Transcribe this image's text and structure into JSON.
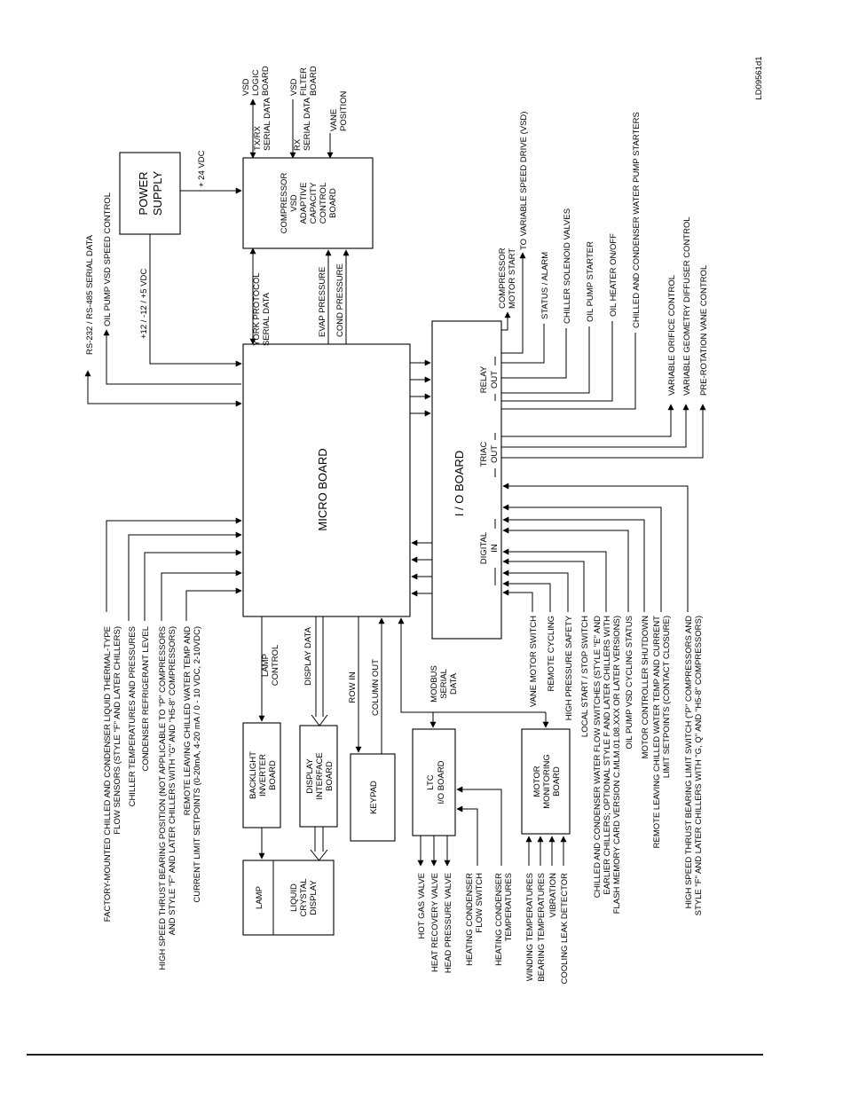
{
  "ref_code": "LD09561d1",
  "boxes": {
    "micro": [
      "MICRO BOARD"
    ],
    "io": [
      "I / O BOARD"
    ],
    "power": [
      "POWER",
      "SUPPLY"
    ],
    "compressor": [
      "COMPRESSOR",
      "VSD",
      "ADAPTIVE",
      "CAPACITY",
      "CONTROL",
      "BOARD"
    ],
    "backlight": [
      "BACKLIGHT",
      "INVERTER",
      "BOARD"
    ],
    "display_interface": [
      "DISPLAY",
      "INTERFACE",
      "BOARD"
    ],
    "keypad": [
      "KEYPAD"
    ],
    "ltc": [
      "LTC",
      "I/O BOARD"
    ],
    "motor_mon": [
      "MOTOR",
      "MONITORING",
      "BOARD"
    ],
    "lamp": [
      "LAMP"
    ],
    "lcd": [
      "LIQUID",
      "CRYSTAL",
      "DISPLAY"
    ]
  },
  "io_groups": {
    "relay": [
      "RELAY",
      "OUT"
    ],
    "triac": [
      "TRIAC",
      "OUT"
    ],
    "digital": [
      "DIGITAL",
      "IN"
    ]
  },
  "top_connections": {
    "vsd_logic": [
      "VSD",
      "LOGIC",
      "BOARD"
    ],
    "vsd_filter": [
      "VSD",
      "FILTER",
      "BOARD"
    ],
    "txrx": [
      "TX/RX",
      "SERIAL DATA"
    ],
    "rx": [
      "RX",
      "SERIAL DATA"
    ],
    "vane": [
      "VANE",
      "POSITION"
    ],
    "plus24": [
      "+ 24 VDC"
    ],
    "supply": [
      "+12 / -12 / +5 VDC"
    ],
    "york": [
      "YORK PROTOCOL",
      "SERIAL DATA"
    ],
    "evap": [
      "EVAP PRESSURE"
    ],
    "cond": [
      "COND PRESSURE"
    ],
    "rs232": [
      "RS-232 / RS-485 SERIAL DATA"
    ],
    "oil_pump_vsd": [
      "OIL PUMP VSD SPEED CONTROL"
    ]
  },
  "left_inputs": [
    [
      "FACTORY-MOUNTED CHILLED AND CONDENSER LIQUID THERMAL-TYPE",
      "FLOW SENSORS (STYLE \"F\" AND LATER CHILLERS)"
    ],
    [
      "CHILLER TEMPERATURES AND PRESSURES"
    ],
    [
      "CONDENSER REFRIGERANT LEVEL"
    ],
    [
      "HIGH SPEED THRUST BEARING POSITION (NOT APPLICABLE TO \"P\" COMPRESSORS",
      "AND STYLE \"F\" AND LATER CHILLERS WITH \"G\" AND \"H5-8\" COMPRESSORS)"
    ],
    [
      "REMOTE LEAVING CHILLED WATER TEMP AND",
      "CURRENT LIMIT SETPOINTS (0-20mA, 4-20 mA / 0 - 10 VDC, 2-10VDC)"
    ]
  ],
  "bottom_links": {
    "lamp_control": [
      "LAMP",
      "CONTROL"
    ],
    "display_data": [
      "DISPLAY DATA"
    ],
    "row_in": [
      "ROW IN"
    ],
    "column_out": [
      "COLUMN OUT"
    ],
    "modbus": [
      "MODBUS",
      "SERIAL",
      "DATA"
    ]
  },
  "ltc_signals": [
    [
      "HOT GAS VALVE"
    ],
    [
      "HEAT RECOVERY VALVE"
    ],
    [
      "HEAD PRESSURE VALVE"
    ],
    [
      "HEATING CONDENSER",
      "FLOW SWITCH"
    ],
    [
      "HEATING CONDENSER",
      "TEMPERATURES"
    ]
  ],
  "motor_signals": [
    [
      "WINDING TEMPERATURES"
    ],
    [
      "BEARING TEMPERATURES"
    ],
    [
      "VIBRATION"
    ],
    [
      "COOLING LEAK DETECTOR"
    ]
  ],
  "relay_outputs": [
    [
      "COMPRESSOR",
      "MOTOR START"
    ],
    [
      "TO VARIABLE SPEED DRIVE (VSD)"
    ],
    [
      "STATUS / ALARM"
    ],
    [
      "CHILLER SOLENOID VALVES"
    ],
    [
      "OIL PUMP STARTER"
    ],
    [
      "OIL HEATER ON/OFF"
    ],
    [
      "CHILLED AND CONDENSER WATER PUMP STARTERS"
    ]
  ],
  "triac_outputs": [
    [
      "VARIABLE ORIFICE CONTROL"
    ],
    [
      "VARIABLE GEOMETRY DIFFUSER CONTROL"
    ],
    [
      "PRE-ROTATION VANE CONTROL"
    ]
  ],
  "digital_inputs": [
    [
      "VANE MOTOR SWITCH"
    ],
    [
      "REMOTE CYCLING"
    ],
    [
      "HIGH PRESSURE SAFETY"
    ],
    [
      "LOCAL START / STOP SWITCH"
    ],
    [
      "CHILLED AND CONDENSER WATER FLOW SWITCHES (STYLE \"E\" AND",
      "EARLIER CHILLERS; OPTIONAL STYLE F AND LATER CHILLERS WITH",
      "FLASH MEMORY CARD VERSION C.MLM.01.08.XXX OR LATER VERSIONS)"
    ],
    [
      "OIL PUMP VSD CYCLING STATUS"
    ],
    [
      "MOTOR CONTROLLER SHUTDOWN"
    ],
    [
      "REMOTE LEAVING CHILLED WATER TEMP AND CURRENT",
      "LIMIT SETPOINTS (CONTACT CLOSURE)"
    ],
    [
      "HIGH SPEED THRUST BEARING LIMIT SWITCH (\"P\" COMPRESSORS AND",
      "STYLE \"F\" AND LATER CHILLERS WITH \"G, Q\" AND \"H5-8\" COMPRESSORS)"
    ]
  ]
}
